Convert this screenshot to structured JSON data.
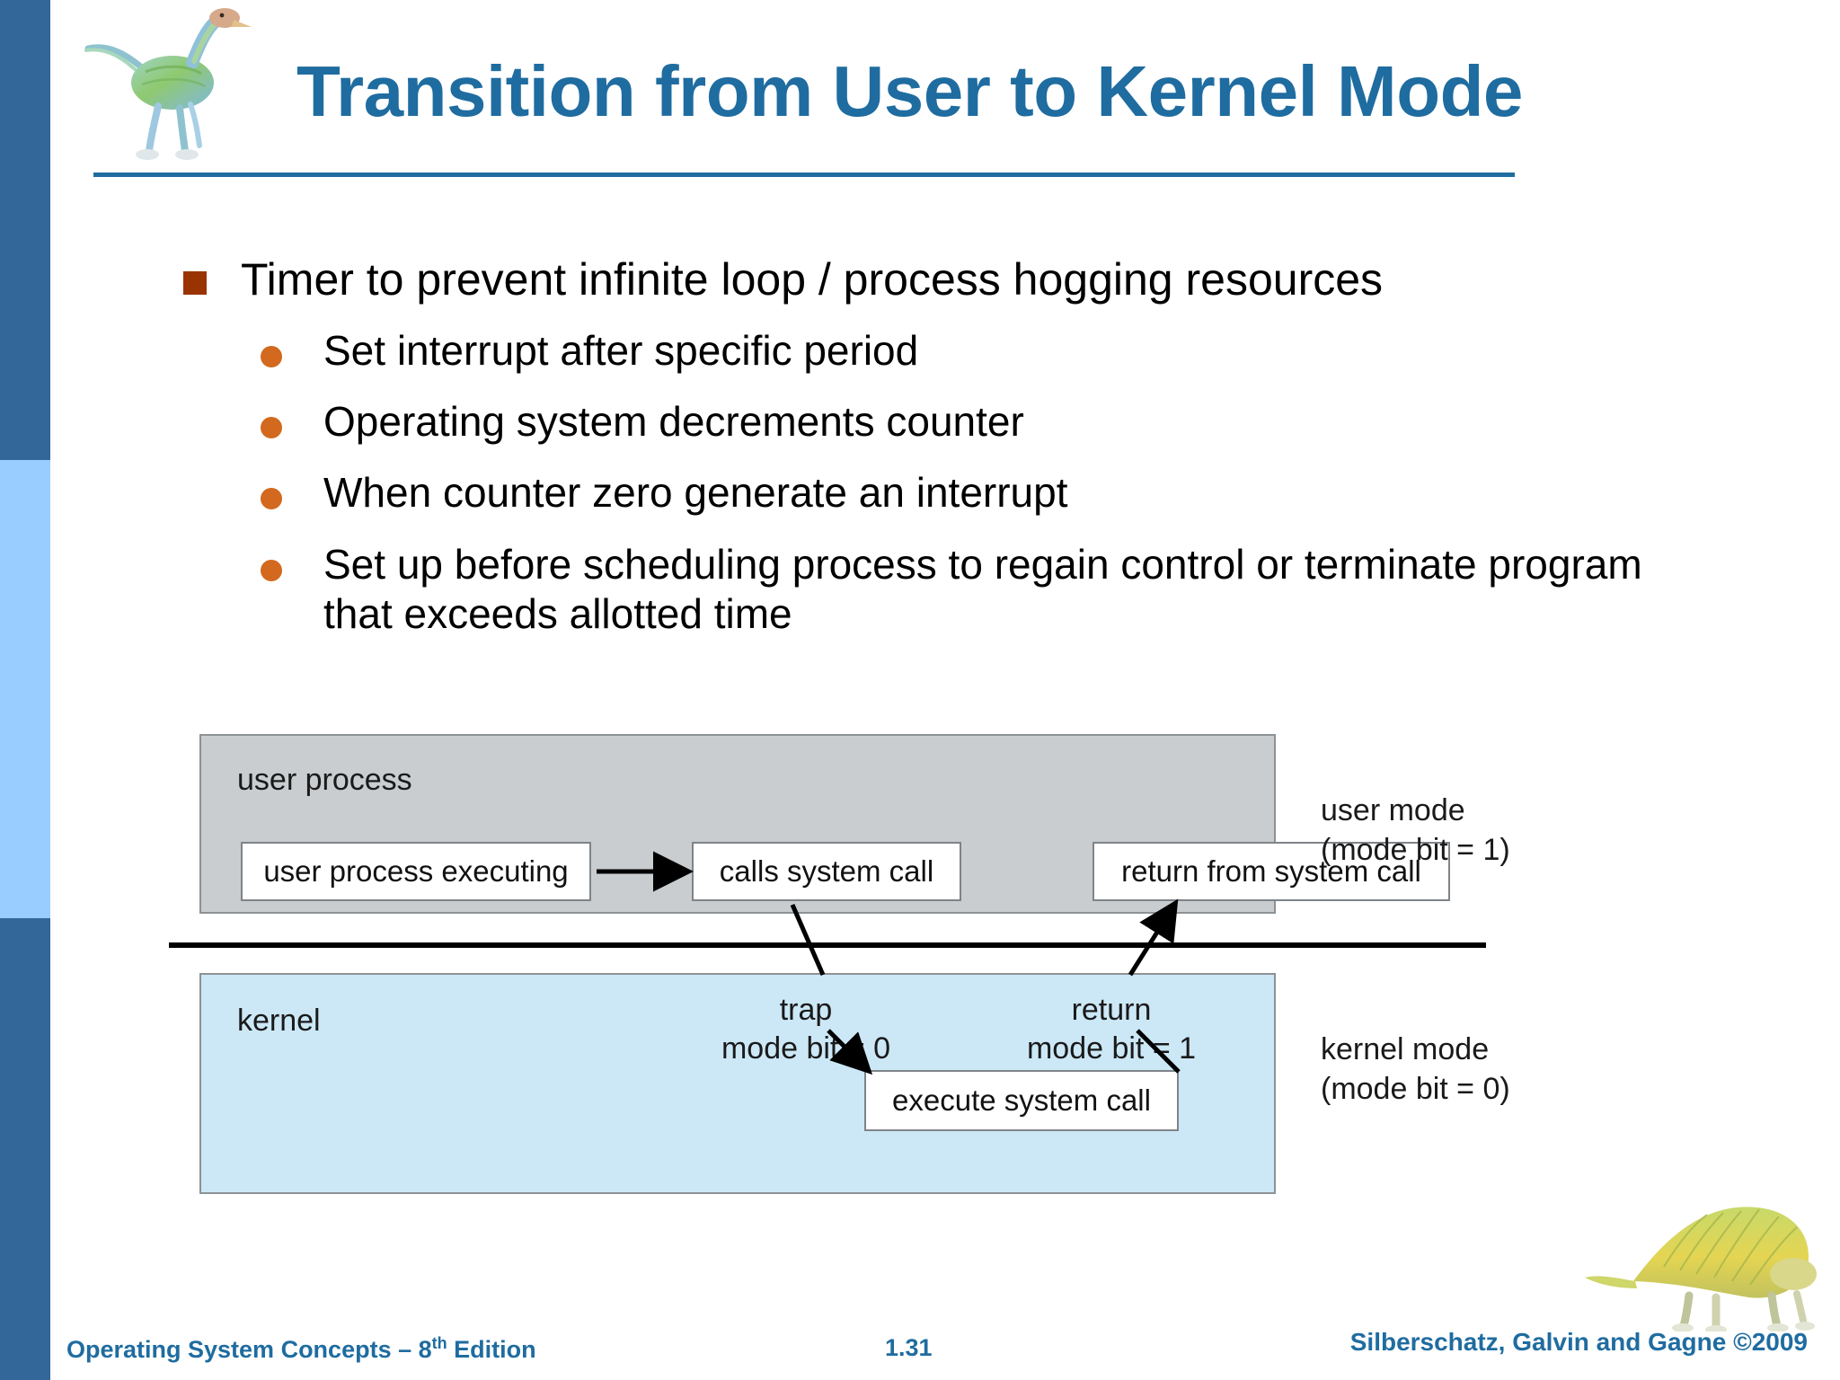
{
  "slide": {
    "title": "Transition from User to Kernel Mode",
    "accent_color": "#1F6CA0",
    "stripe_dark": "#336699",
    "stripe_light": "#99ccff"
  },
  "bullets": {
    "level1": "Timer to prevent infinite loop / process hogging resources",
    "level1_marker_color": "#993300",
    "level2_marker_color": "#D2691E",
    "level2": [
      "Set interrupt after specific period",
      "Operating system decrements counter",
      "When counter zero generate an interrupt",
      "Set up before scheduling process to regain control or terminate program that exceeds allotted time"
    ]
  },
  "diagram": {
    "user_band_label": "user process",
    "kernel_band_label": "kernel",
    "user_band_color": "#c9cdd0",
    "kernel_band_color": "#cce8f7",
    "boxes": {
      "user_process_executing": "user process executing",
      "calls_system_call": "calls system call",
      "return_from_system_call": "return from system call",
      "execute_system_call": "execute system call"
    },
    "annotations": {
      "trap_title": "trap",
      "trap_sub": "mode bit = 0",
      "return_title": "return",
      "return_sub": "mode bit = 1"
    },
    "side_labels": {
      "user_mode_title": "user mode",
      "user_mode_sub": "(mode bit = 1)",
      "kernel_mode_title": "kernel mode",
      "kernel_mode_sub": "(mode bit = 0)"
    }
  },
  "footer": {
    "left_pre": "Operating System Concepts – 8",
    "left_sup": "th",
    "left_post": " Edition",
    "page": "1.31",
    "right": "Silberschatz, Galvin and Gagne ©2009"
  },
  "icons": {
    "logo_top": "dinosaur-logo",
    "logo_bottom": "dimetrodon-logo"
  }
}
